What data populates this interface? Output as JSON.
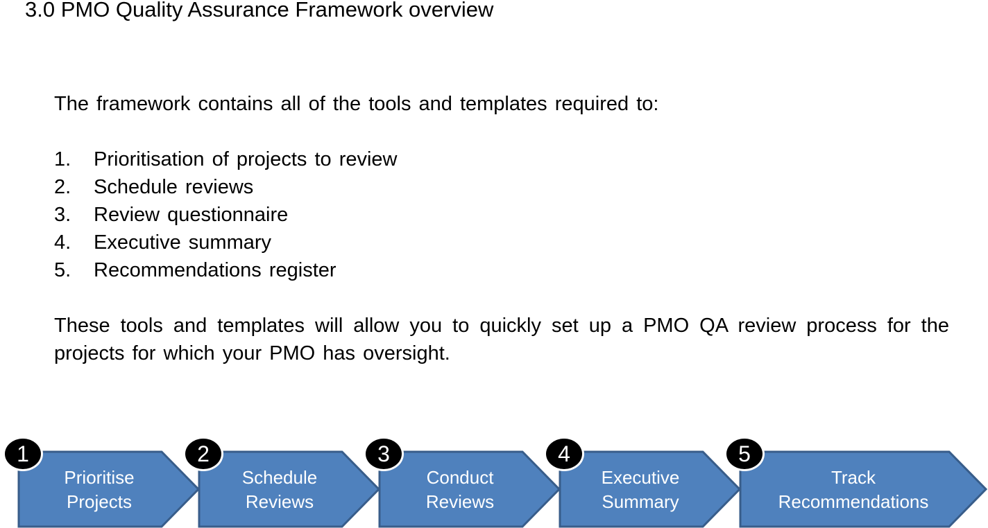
{
  "title": "3.0 PMO Quality Assurance Framework overview",
  "intro": "The framework contains all of the tools and templates required to:",
  "list": [
    {
      "num": "1.",
      "text": "Prioritisation of projects to review"
    },
    {
      "num": "2.",
      "text": "Schedule reviews"
    },
    {
      "num": "3.",
      "text": "Review questionnaire"
    },
    {
      "num": "4.",
      "text": "Executive summary"
    },
    {
      "num": "5.",
      "text": "Recommendations register"
    }
  ],
  "outro": "These tools and templates will allow you to quickly set up a PMO QA review process for the projects for which your PMO has oversight.",
  "steps": [
    {
      "num": "1",
      "line1": "Prioritise",
      "line2": "Projects"
    },
    {
      "num": "2",
      "line1": "Schedule",
      "line2": "Reviews"
    },
    {
      "num": "3",
      "line1": "Conduct",
      "line2": "Reviews"
    },
    {
      "num": "4",
      "line1": "Executive",
      "line2": "Summary"
    },
    {
      "num": "5",
      "line1": "Track",
      "line2": "Recommendations"
    }
  ],
  "colors": {
    "step_fill": "#4f81bd",
    "step_stroke": "#385d8a"
  }
}
